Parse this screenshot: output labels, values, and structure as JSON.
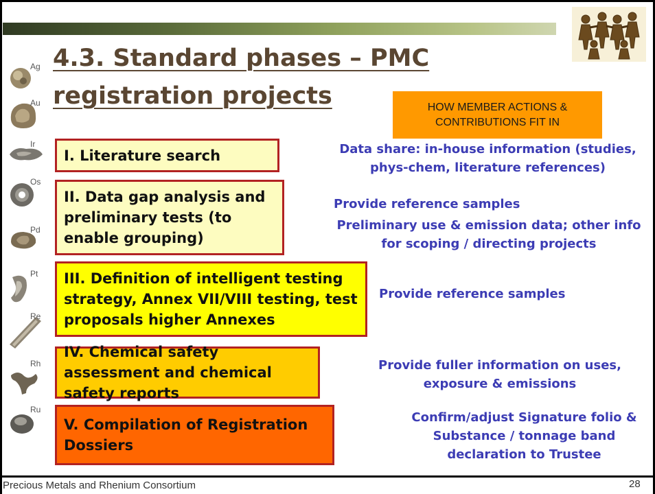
{
  "title": "4.3. Standard phases – PMC registration projects",
  "callout": {
    "line1": "HOW MEMBER ACTIONS &",
    "line2": "CONTRIBUTIONS FIT IN"
  },
  "metals": [
    "Ag",
    "Au",
    "Ir",
    "Os",
    "Pd",
    "Pt",
    "Re",
    "Rh",
    "Ru"
  ],
  "phases": [
    {
      "label": "I. Literature search"
    },
    {
      "label": "II. Data gap analysis and preliminary tests (to enable grouping)"
    },
    {
      "label": "III. Definition of intelligent testing strategy, Annex VII/VIII  testing, test proposals higher Annexes"
    },
    {
      "label": "IV. Chemical safety assessment and chemical safety reports"
    },
    {
      "label": "V. Compilation of Registration Dossiers"
    }
  ],
  "notes": [
    "Data share: in-house information (studies, phys-chem, literature references)",
    "Provide reference samples",
    "Preliminary use & emission data; other info for scoping / directing projects",
    "Provide reference samples",
    "Provide fuller information on uses, exposure & emissions",
    "Confirm/adjust Signature folio & Substance / tonnage band declaration to Trustee"
  ],
  "footer": {
    "organization": "Precious Metals and Rhenium Consortium",
    "page_number": "28"
  },
  "colors": {
    "title": "#5a4632",
    "callout_bg": "#ff9900",
    "phase_border": "#b22222",
    "phase_light": "#fdfcc0",
    "phase_yellow": "#ffff00",
    "phase_gold": "#ffcc00",
    "phase_orange": "#ff6600",
    "note_text": "#3c3cb4"
  },
  "icons": [
    "consortium-logo-icon",
    "silver-nugget-icon",
    "gold-nugget-icon",
    "iridium-nugget-icon",
    "osmium-nugget-icon",
    "palladium-nugget-icon",
    "platinum-nugget-icon",
    "rhenium-bar-icon",
    "rhodium-nugget-icon",
    "ruthenium-nugget-icon"
  ]
}
